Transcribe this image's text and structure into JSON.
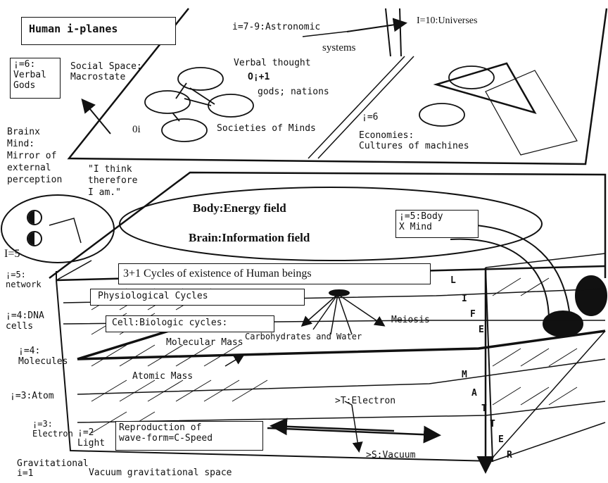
{
  "title": "Human i-planes",
  "top_plane": {
    "astronomic": "i=7-9:Astronomic",
    "systems": "systems",
    "universes": "I=10:Universes",
    "verbal_gods": "¡=6:\nVerbal\nGods",
    "social_space": "Social Space:\nMacrostate",
    "verbal_thought": "Verbal thought",
    "oi_plus": "O¡+1",
    "gods_nations": "gods; nations",
    "oi": "0i",
    "societies": "Societies of Minds",
    "i6": "¡=6",
    "economies": "Economies:\nCultures of machines"
  },
  "mind": {
    "brainx": "Brainx\nMind:\nMirror of\nexternal\nperception",
    "quote": "\"I think\ntherefore\nI am.\"",
    "i5": "I=5"
  },
  "body_plane": {
    "energy": "Body:Energy field",
    "information": "Brain:Information field",
    "body_mind": "¡=5:Body\nX Mind"
  },
  "cycles": {
    "header": "3+1 Cycles of existence of Human beings",
    "physiological": "Physiological Cycles",
    "cell": "Cell:Biologic cycles:",
    "meiosis": "Meiosis",
    "molecular_mass": "Molecular Mass",
    "carbohydrates": "Carbohydrates and Water",
    "atomic_mass": "Atomic Mass",
    "electron_t": ">T:Electron",
    "reproduction": "Reproduction of\nwave-form=C-Speed",
    "vacuum_s": ">S:Vacuum",
    "vacuum_space": "Vacuum gravitational space"
  },
  "levels": {
    "network": "¡=5:\nnetwork",
    "dna": "¡=4:DNA\ncells",
    "molecules": "¡=4:\nMolecules",
    "atom": "¡=3:Atom",
    "electron": "¡=3:\nElectron",
    "light": "¡=2\nLight",
    "gravitational": "Gravitational\ni=1"
  },
  "life_letters": [
    "L",
    "I",
    "F",
    "E"
  ],
  "matter_letters": [
    "M",
    "A",
    "T",
    "T",
    "E",
    "R"
  ]
}
